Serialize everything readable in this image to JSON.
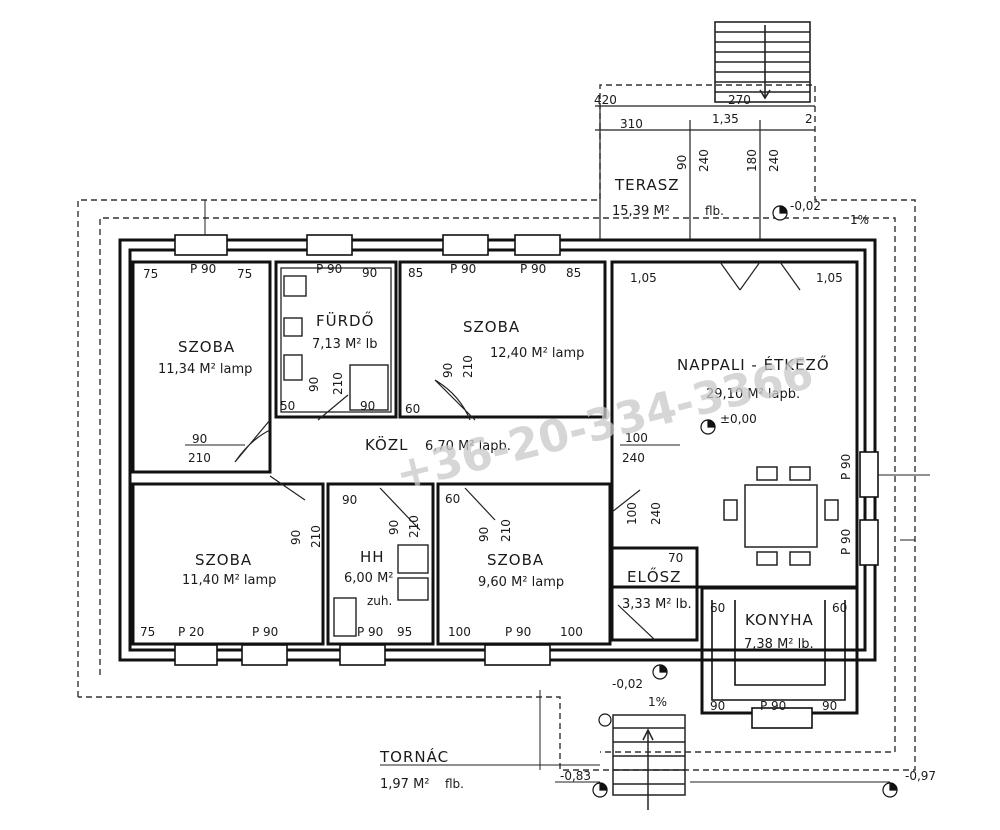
{
  "rooms": {
    "szoba1": {
      "name": "SZOBA",
      "area": "11,34 M² lamp"
    },
    "furdo": {
      "name": "FÜRDŐ",
      "area": "7,13 M² lb"
    },
    "szoba2": {
      "name": "SZOBA",
      "area": "12,40 M² lamp"
    },
    "nappali": {
      "name": "NAPPALI - ÉTKEZŐ",
      "area": "29,10 M² lapb.",
      "level": "±0,00"
    },
    "kozl": {
      "name": "KÖZL",
      "area": "6,70 M² lapb."
    },
    "szoba3": {
      "name": "SZOBA",
      "area": "11,40 M² lamp"
    },
    "hh": {
      "name": "HH",
      "area": "6,00 M²",
      "shower": "zuh."
    },
    "szoba4": {
      "name": "SZOBA",
      "area": "9,60 M² lamp"
    },
    "elosz": {
      "name": "ELŐSZ",
      "area": "3,33 M² lb."
    },
    "konyha": {
      "name": "KONYHA",
      "area": "7,38 M² lb."
    },
    "terasz": {
      "name": "TERASZ",
      "area": "15,39 M²",
      "floor": "flb."
    },
    "tornac": {
      "name": "TORNÁC",
      "area": "1,97 M²",
      "floor": "flb."
    }
  },
  "dims": {
    "d420": "420",
    "d270": "270",
    "d310": "310",
    "d135": "1,35",
    "d2": "2",
    "d90": "90",
    "d240": "240",
    "d180": "180",
    "d75": "75",
    "p90": "P 90",
    "d85": "85",
    "d105": "1,05",
    "d50": "50",
    "d60": "60",
    "d210": "210",
    "d100": "100",
    "d95": "95",
    "d70": "70",
    "p20": "P 20"
  },
  "levels": {
    "l1": "-0,02",
    "l2": "-0,02",
    "l3": "-0,83",
    "l4": "-0,97"
  },
  "slopes": {
    "s1": "1%",
    "s2": "1%"
  },
  "watermark": "+36-20-334-3366"
}
